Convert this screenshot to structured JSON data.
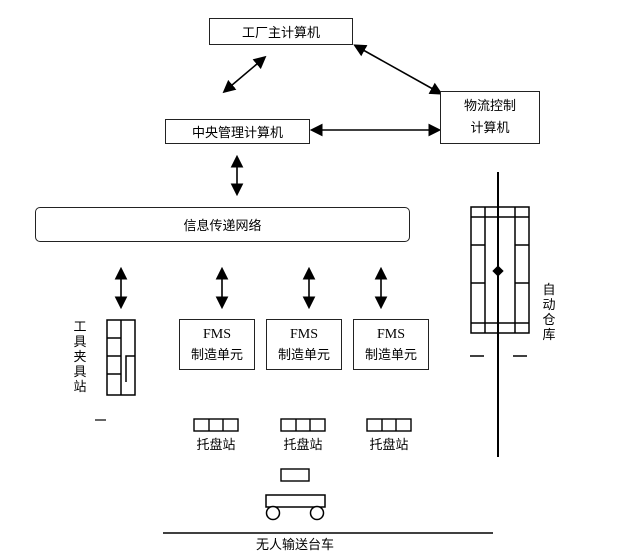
{
  "nodes": {
    "factory_host": "工厂主计算机",
    "central_mgmt": "中央管理计算机",
    "logistics_ctrl_line1": "物流控制",
    "logistics_ctrl_line2": "计算机",
    "info_network": "信息传递网络",
    "tool_station": "工具夹具站",
    "auto_warehouse": "自动仓库",
    "fms_units": [
      {
        "title": "FMS",
        "subtitle": "制造单元"
      },
      {
        "title": "FMS",
        "subtitle": "制造单元"
      },
      {
        "title": "FMS",
        "subtitle": "制造单元"
      }
    ],
    "pallet_stations": [
      "托盘站",
      "托盘站",
      "托盘站"
    ],
    "agv": "无人输送台车"
  }
}
